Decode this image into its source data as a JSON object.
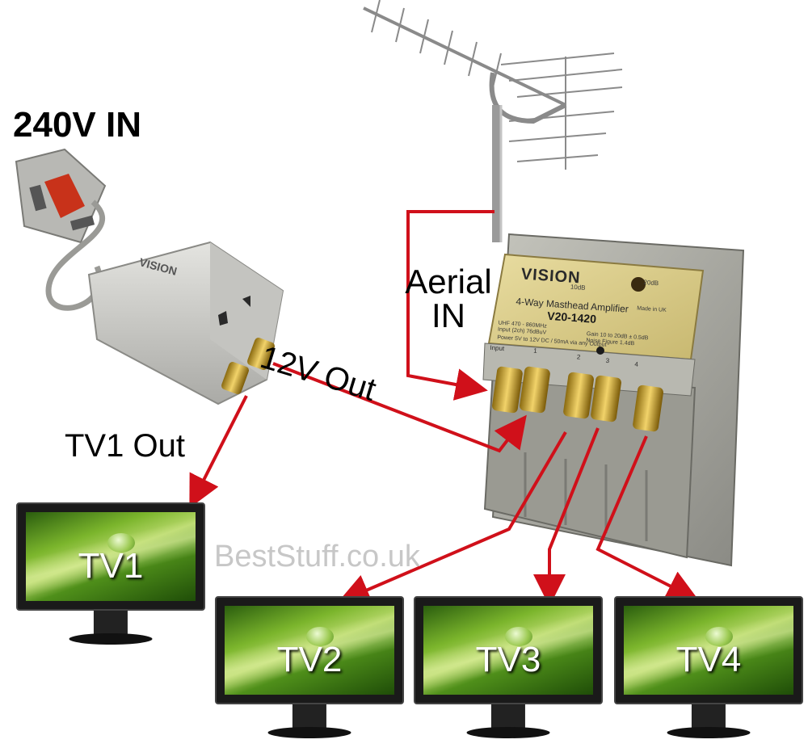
{
  "labels": {
    "power_in": "240V IN",
    "aerial_in_line1": "Aerial",
    "aerial_in_line2": "IN",
    "out_12v": "12V Out",
    "tv1_out": "TV1 Out",
    "watermark": "BestStuff.co.uk"
  },
  "psu": {
    "brand": "VISION"
  },
  "amplifier": {
    "brand": "VISION",
    "title": "4-Way Masthead Amplifier",
    "model": "V20-1420",
    "spec_line1": "UHF 470 - 860MHz",
    "spec_line2": "Input (2ch) 76dBuV",
    "spec_line3": "Gain 10 to 20dB ± 0.5dB",
    "spec_line4": "Noise Figure 1.4dB",
    "spec_line5": "Power 5V to 12V DC / 50mA via any Output",
    "made_in": "Made in UK",
    "gain_low": "10dB",
    "gain_high": "20dB",
    "port_input": "Input",
    "port_1": "1",
    "port_2": "2",
    "port_3": "3",
    "port_4": "4"
  },
  "tvs": [
    {
      "label": "TV1"
    },
    {
      "label": "TV2"
    },
    {
      "label": "TV3"
    },
    {
      "label": "TV4"
    }
  ],
  "colors": {
    "arrow": "#d0101a",
    "tv_bezel": "#1a1a1a",
    "amp_body": "#a8a8a0",
    "psu_body": "#c8c8c4",
    "plug_red": "#c8321a"
  }
}
